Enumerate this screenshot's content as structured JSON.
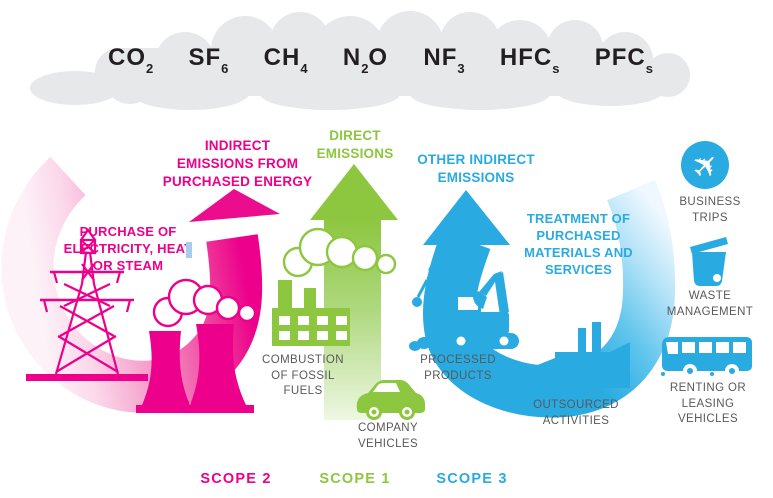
{
  "title": "Greenhouse gas emission scopes infographic",
  "colors": {
    "scope1_green": "#8dc63f",
    "scope2_pink": "#ec008c",
    "scope3_blue": "#29abe2",
    "label_gray": "#58595b",
    "cloud_gray": "#e7e8e9",
    "gas_text": "#231f20",
    "cursor_artifact_blue": "#a9cbec"
  },
  "cloud": {
    "gases": [
      [
        "CO",
        {
          "sub": "2"
        }
      ],
      [
        "SF",
        {
          "sub": "6"
        }
      ],
      [
        "CH",
        {
          "sub": "4"
        }
      ],
      [
        "N",
        {
          "sub": "2"
        },
        "O"
      ],
      [
        "NF",
        {
          "sub": "3"
        }
      ],
      [
        "HFC",
        {
          "sub": "s"
        }
      ],
      [
        "PFC",
        {
          "sub": "s"
        }
      ]
    ]
  },
  "scope2": {
    "header": "INDIRECT\nEMISSIONS FROM\nPURCHASED ENERGY",
    "sub_label": "PURCHASE OF\nELECTRICITY, HEAT\nOR STEAM",
    "footer": "SCOPE 2",
    "icons": [
      "transmission-tower-icon",
      "cooling-towers-icon",
      "pink-curved-arrow-icon"
    ]
  },
  "scope1": {
    "header": "DIRECT\nEMISSIONS",
    "footer": "SCOPE 1",
    "items": [
      {
        "label": "COMBUSTION\nOF FOSSIL\nFUELS",
        "icon": "factory-smoke-icon"
      },
      {
        "label": "COMPANY\nVEHICLES",
        "icon": "car-icon"
      }
    ],
    "icons": [
      "green-up-arrow-icon"
    ]
  },
  "scope3": {
    "header": "OTHER INDIRECT\nEMISSIONS",
    "sub_label": "TREATMENT OF\nPURCHASED\nMATERIALS AND\nSERVICES",
    "footer": "SCOPE 3",
    "items": [
      {
        "label": "PROCESSED\nPRODUCTS",
        "icon": "worker-excavator-icon"
      },
      {
        "label": "OUTSOURCED\nACTIVITIES",
        "icon": "factory-silhouette-icon"
      },
      {
        "label": "BUSINESS\nTRIPS",
        "icon": "airplane-icon"
      },
      {
        "label": "WASTE\nMANAGEMENT",
        "icon": "trash-bin-icon"
      },
      {
        "label": "RENTING OR\nLEASING\nVEHICLES",
        "icon": "bus-icon"
      }
    ],
    "icons": [
      "blue-curved-arrow-icon"
    ]
  },
  "icons": {
    "airplane_glyph": "✈"
  },
  "artifacts": {
    "text_cursor": "text selection cursor after the word HEAT"
  }
}
